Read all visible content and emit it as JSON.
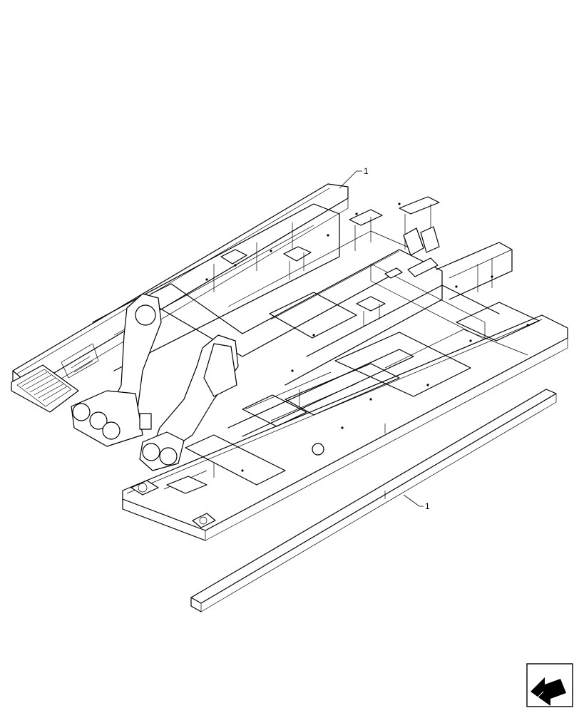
{
  "callouts": [
    {
      "label": "1",
      "part": "upper"
    },
    {
      "label": "1",
      "part": "lower"
    }
  ],
  "icons": {
    "navigation": "previous-page-arrow-icon"
  }
}
